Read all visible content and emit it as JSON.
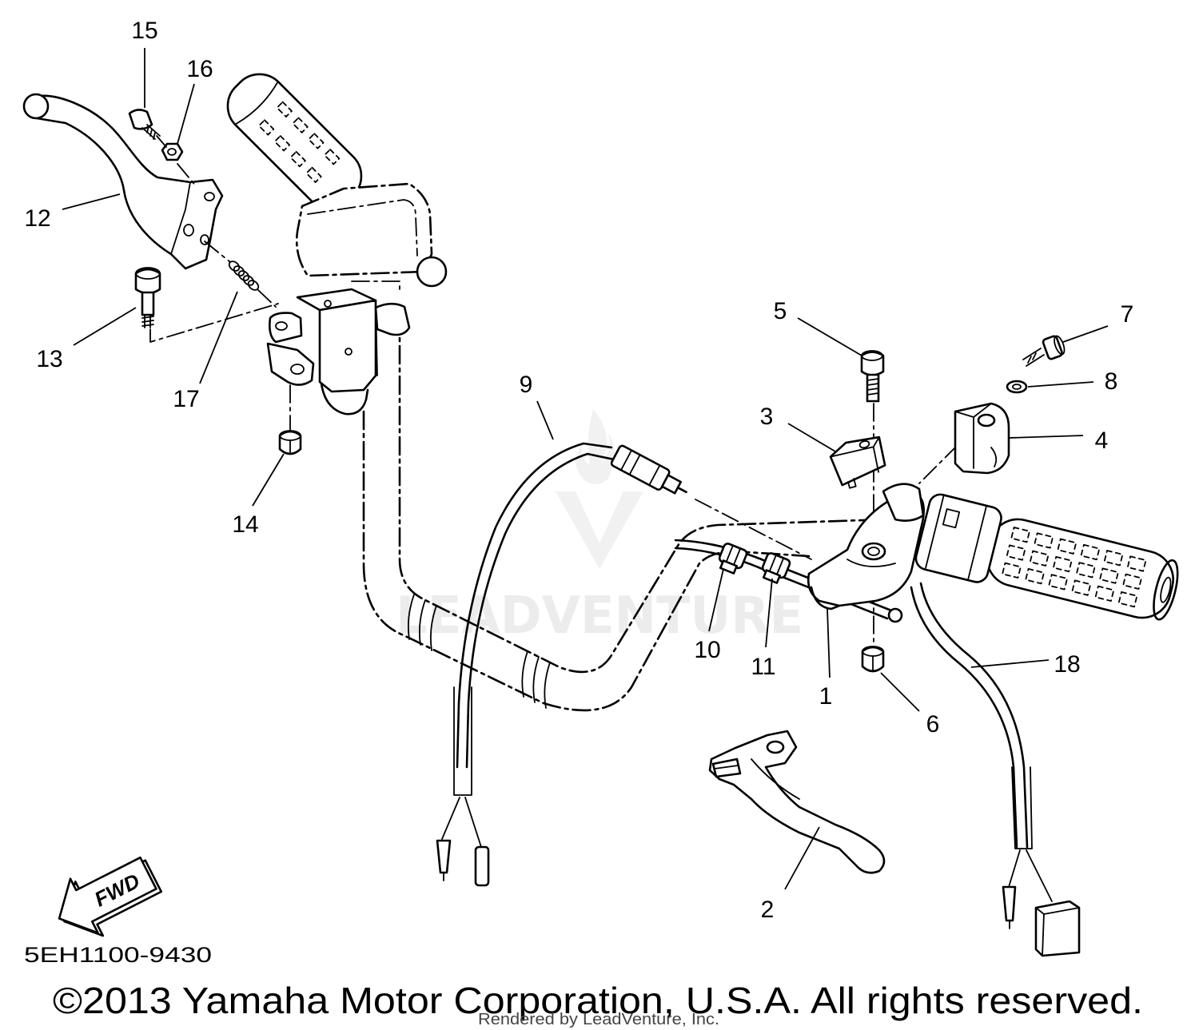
{
  "diagram": {
    "callouts": [
      "1",
      "2",
      "3",
      "4",
      "5",
      "6",
      "7",
      "8",
      "9",
      "10",
      "11",
      "12",
      "13",
      "14",
      "15",
      "16",
      "17",
      "18"
    ],
    "fwd_label": "FWD",
    "diagram_code": "5EH1100-9430"
  },
  "footer": {
    "copyright": "©2013 Yamaha Motor Corporation, U.S.A. All rights reserved.",
    "render_credit": "Rendered by LeadVenture, Inc."
  },
  "watermark": {
    "text": "LEADVENTURE"
  },
  "colors": {
    "ink": "#000000",
    "background": "#ffffff",
    "watermark": "#ececec"
  }
}
